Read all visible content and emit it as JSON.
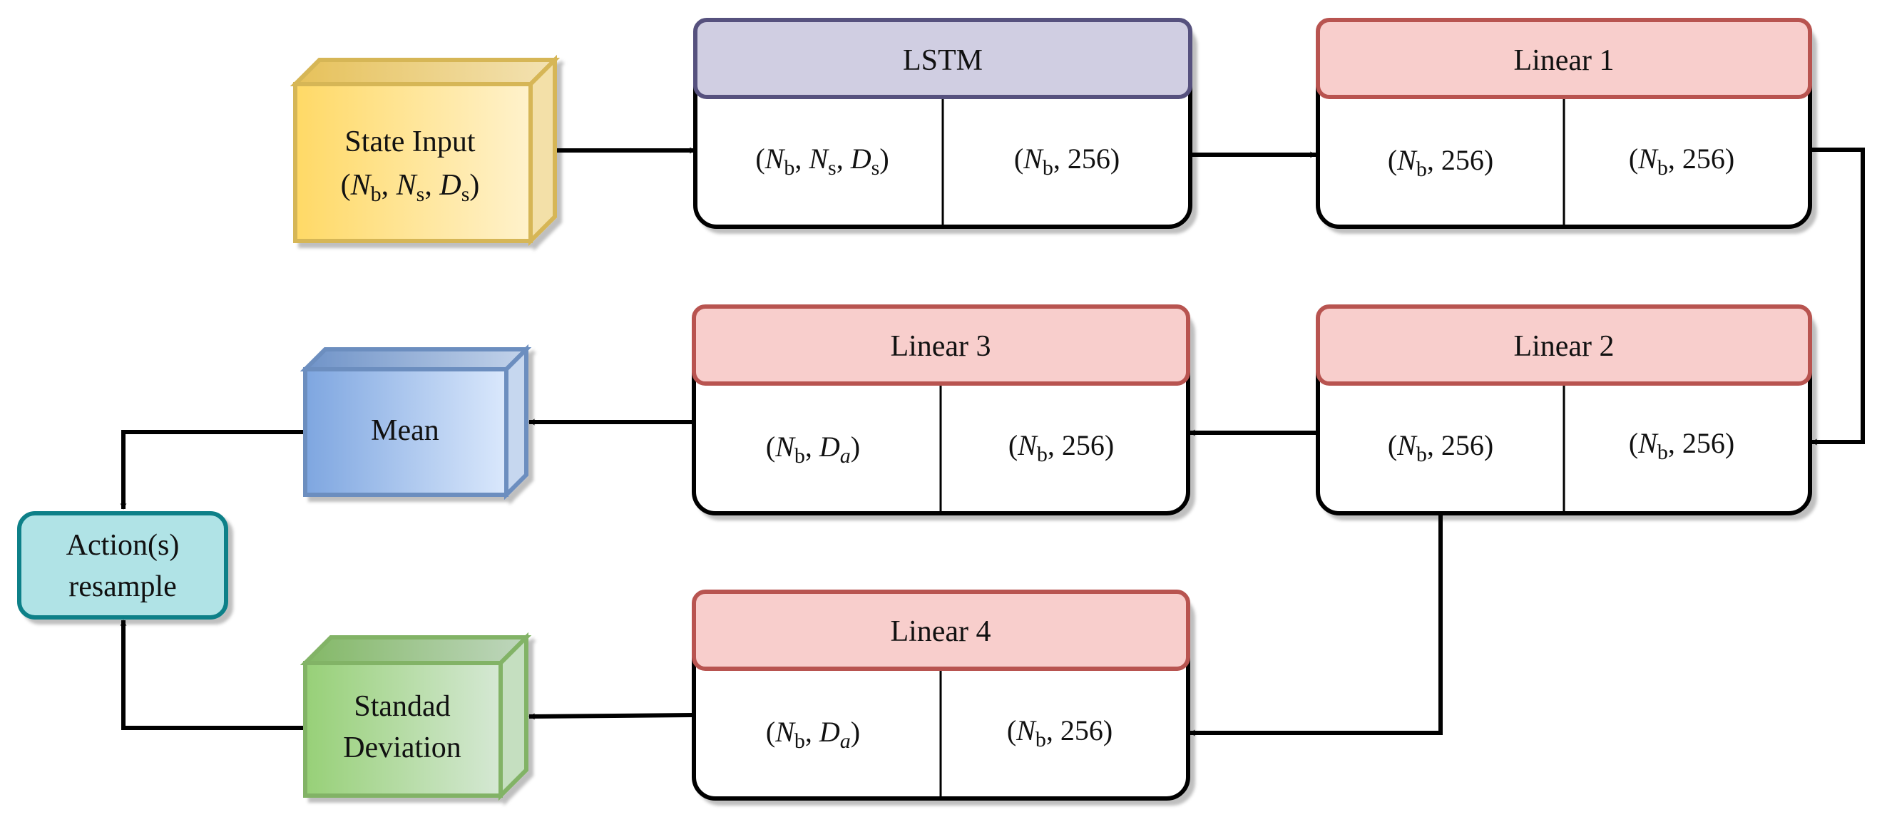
{
  "state_input": {
    "line1": "State Input",
    "line2": {
      "open": "(",
      "N": "N",
      "Nsub": "b",
      "sep1": ", ",
      "N2": "N",
      "N2sub": "s",
      "sep2": ", ",
      "D": "D",
      "Dsub": "s",
      "close": ")"
    }
  },
  "layers": {
    "lstm": {
      "title": "LSTM",
      "left": {
        "open": "(",
        "N": "N",
        "Nsub": "b",
        "sep1": ", ",
        "N2": "N",
        "N2sub": "s",
        "sep2": ", ",
        "D": "D",
        "Dsub": "s",
        "close": ")"
      },
      "right": {
        "open": "(",
        "N": "N",
        "Nsub": "b",
        "rest": ", 256)"
      }
    },
    "linear1": {
      "title": "Linear 1",
      "left": {
        "open": "(",
        "N": "N",
        "Nsub": "b",
        "rest": ", 256)"
      },
      "right": {
        "open": "(",
        "N": "N",
        "Nsub": "b",
        "rest": ", 256)"
      }
    },
    "linear2": {
      "title": "Linear 2",
      "left": {
        "open": "(",
        "N": "N",
        "Nsub": "b",
        "rest": ", 256)"
      },
      "right": {
        "open": "(",
        "N": "N",
        "Nsub": "b",
        "rest": ", 256)"
      }
    },
    "linear3": {
      "title": "Linear 3",
      "left": {
        "open": "(",
        "N": "N",
        "Nsub": "b",
        "sep": ", ",
        "D": "D",
        "Dsub": "a",
        "close": ")"
      },
      "right": {
        "open": "(",
        "N": "N",
        "Nsub": "b",
        "rest": ", 256)"
      }
    },
    "linear4": {
      "title": "Linear 4",
      "left": {
        "open": "(",
        "N": "N",
        "Nsub": "b",
        "sep": ", ",
        "D": "D",
        "Dsub": "a",
        "close": ")"
      },
      "right": {
        "open": "(",
        "N": "N",
        "Nsub": "b",
        "rest": ", 256)"
      }
    }
  },
  "outputs": {
    "mean": "Mean",
    "std_line1": "Standad",
    "std_line2": "Deviation",
    "action_line1": "Action(s)",
    "action_line2": "resample"
  },
  "colors": {
    "input_fill_start": "#ffd966",
    "input_fill_end": "#fff2cc",
    "input_stroke": "#d6b656",
    "lstm_header": "#d0cee2",
    "lstm_stroke": "#56517e",
    "linear_header": "#f8cecc",
    "linear_stroke": "#b85450",
    "mean_fill_start": "#7ea6e0",
    "mean_fill_end": "#dae8fc",
    "mean_stroke": "#6c8ebf",
    "std_fill_start": "#97d077",
    "std_fill_end": "#d5e8d4",
    "std_stroke": "#82b366",
    "action_fill": "#b0e3e6",
    "action_stroke": "#0e8088"
  }
}
